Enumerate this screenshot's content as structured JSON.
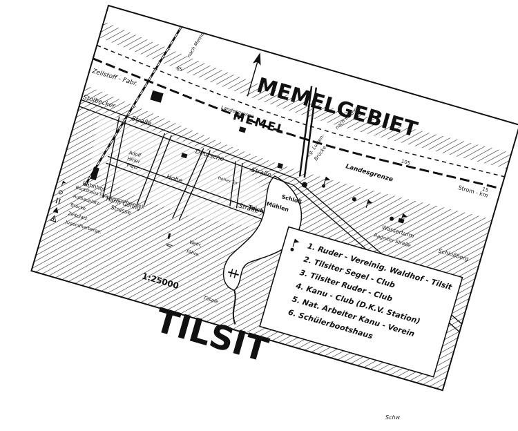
{
  "map": {
    "titles": {
      "region": "MEMELGEBIET",
      "town": "TILSIT"
    },
    "river": "MEMEL",
    "labels": {
      "zellstoff": "Zellstoff - Fabr.",
      "stolbecker": "Stolbecker",
      "strasse1": "Straße",
      "hohe": "Hohe",
      "strasse2": "Straße",
      "deutsche": "Deutsche",
      "strasse3": "Straße",
      "bahnhof": "Bahnhof",
      "harm": "Harm Göring",
      "strasse4": "Strasse",
      "adolf": "Adolf",
      "hitler": "Hitler",
      "platz": "Platz",
      "landesgrenze": "Landesgrenze",
      "landesgrenze2": "Landesgrenze",
      "strom_km": "Strom - km",
      "luisen": "Kg. Luisen-",
      "bruecke": "Brücke",
      "nach_memel": "nach Memel",
      "nach_memel2": "nach Memel",
      "schloss": "Schloß",
      "muehlen": "Mühlen",
      "teich": "Teich",
      "wasserturm": "Wasserturm",
      "ragniter": "Ragniter Straße",
      "schlossberg": "Schloßberg",
      "tilse": "Tilsele",
      "hohe_tor": "Hohes Tor",
      "km_85": "85",
      "km_105": "105",
      "km_15": "15"
    },
    "legend_left": [
      {
        "name": "Bootshaus (Wassersportverein).",
        "icon": "flag-icon"
      },
      {
        "name": "Aufbauplatz.",
        "icon": "circle-icon"
      },
      {
        "name": "Brücke.",
        "icon": "bridge-icon"
      },
      {
        "name": "Zeltplatz.",
        "icon": "tent-icon"
      },
      {
        "name": "Jugendherberge.",
        "icon": "hostel-icon"
      }
    ],
    "legend_right": [
      {
        "name": "Wehr.",
        "icon": "weir-icon"
      },
      {
        "name": "Fähre.",
        "icon": "ferry-icon"
      }
    ],
    "scale": "1:25000",
    "clubs": [
      "1. Ruder - Vereinig. Waldhof - Tilsit",
      "2. Tilsiter Segel - Club",
      "3. Tilsiter Ruder - Club",
      "4. Kanu - Club (D.K.V. Station)",
      "5. Nat. Arbeiter Kanu - Verein",
      "6. Schülerbootshaus"
    ],
    "signature": "Schw"
  },
  "colors": {
    "ink": "#111111",
    "paper": "#ffffff"
  }
}
